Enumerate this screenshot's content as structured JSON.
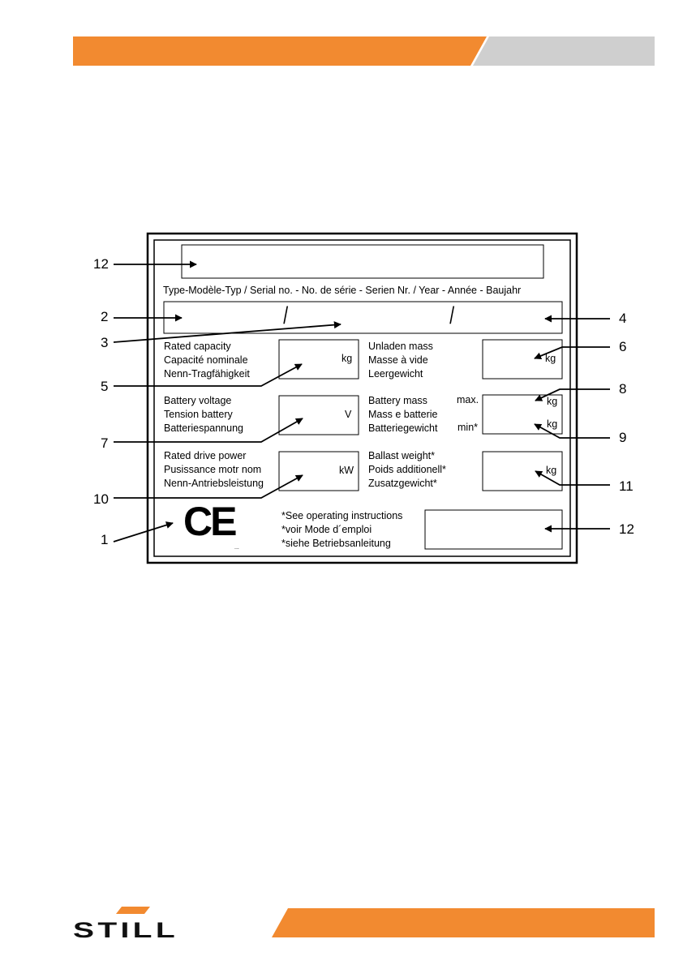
{
  "colors": {
    "accent": "#f28a30",
    "gray_tab": "#cfcfcf"
  },
  "brand": {
    "logo_text": "STILL"
  },
  "plate": {
    "type_caption": "Type-Modèle-Typ / Serial no. - No. de série - Serien Nr. / Year - Année - Baujahr",
    "separator_1": "/",
    "separator_2": "/",
    "rated_capacity": [
      "Rated capacity",
      "Capacité nominale",
      "Nenn-Tragfähigkeit"
    ],
    "rated_capacity_unit": "kg",
    "unladen_mass": [
      "Unladen mass",
      "Masse à vide",
      "Leergewicht"
    ],
    "unladen_mass_unit": "kg",
    "battery_voltage": [
      "Battery voltage",
      "Tension battery",
      "Batteriespannung"
    ],
    "battery_voltage_unit": "V",
    "battery_mass": [
      "Battery mass",
      "Mass e batterie",
      "Batteriegewicht"
    ],
    "battery_mass_max": "max.",
    "battery_mass_min": "min*",
    "battery_mass_unit_max": "kg",
    "battery_mass_unit_min": "kg",
    "drive_power": [
      "Rated drive power",
      "Pusissance motr nom",
      "Nenn-Antriebsleistung"
    ],
    "drive_power_unit": "kW",
    "ballast_weight": [
      "Ballast weight*",
      "Poids additionell*",
      "Zusatzgewicht*"
    ],
    "ballast_weight_unit": "kg",
    "ce_mark": "CE",
    "ce_small": "...",
    "footnote": [
      "*See operating instructions",
      "*voir Mode d´emploi",
      "*siehe Betriebsanleitung"
    ]
  },
  "callouts": [
    "12",
    "2",
    "3",
    "5",
    "7",
    "10",
    "1",
    "4",
    "6",
    "8",
    "9",
    "11",
    "12"
  ]
}
